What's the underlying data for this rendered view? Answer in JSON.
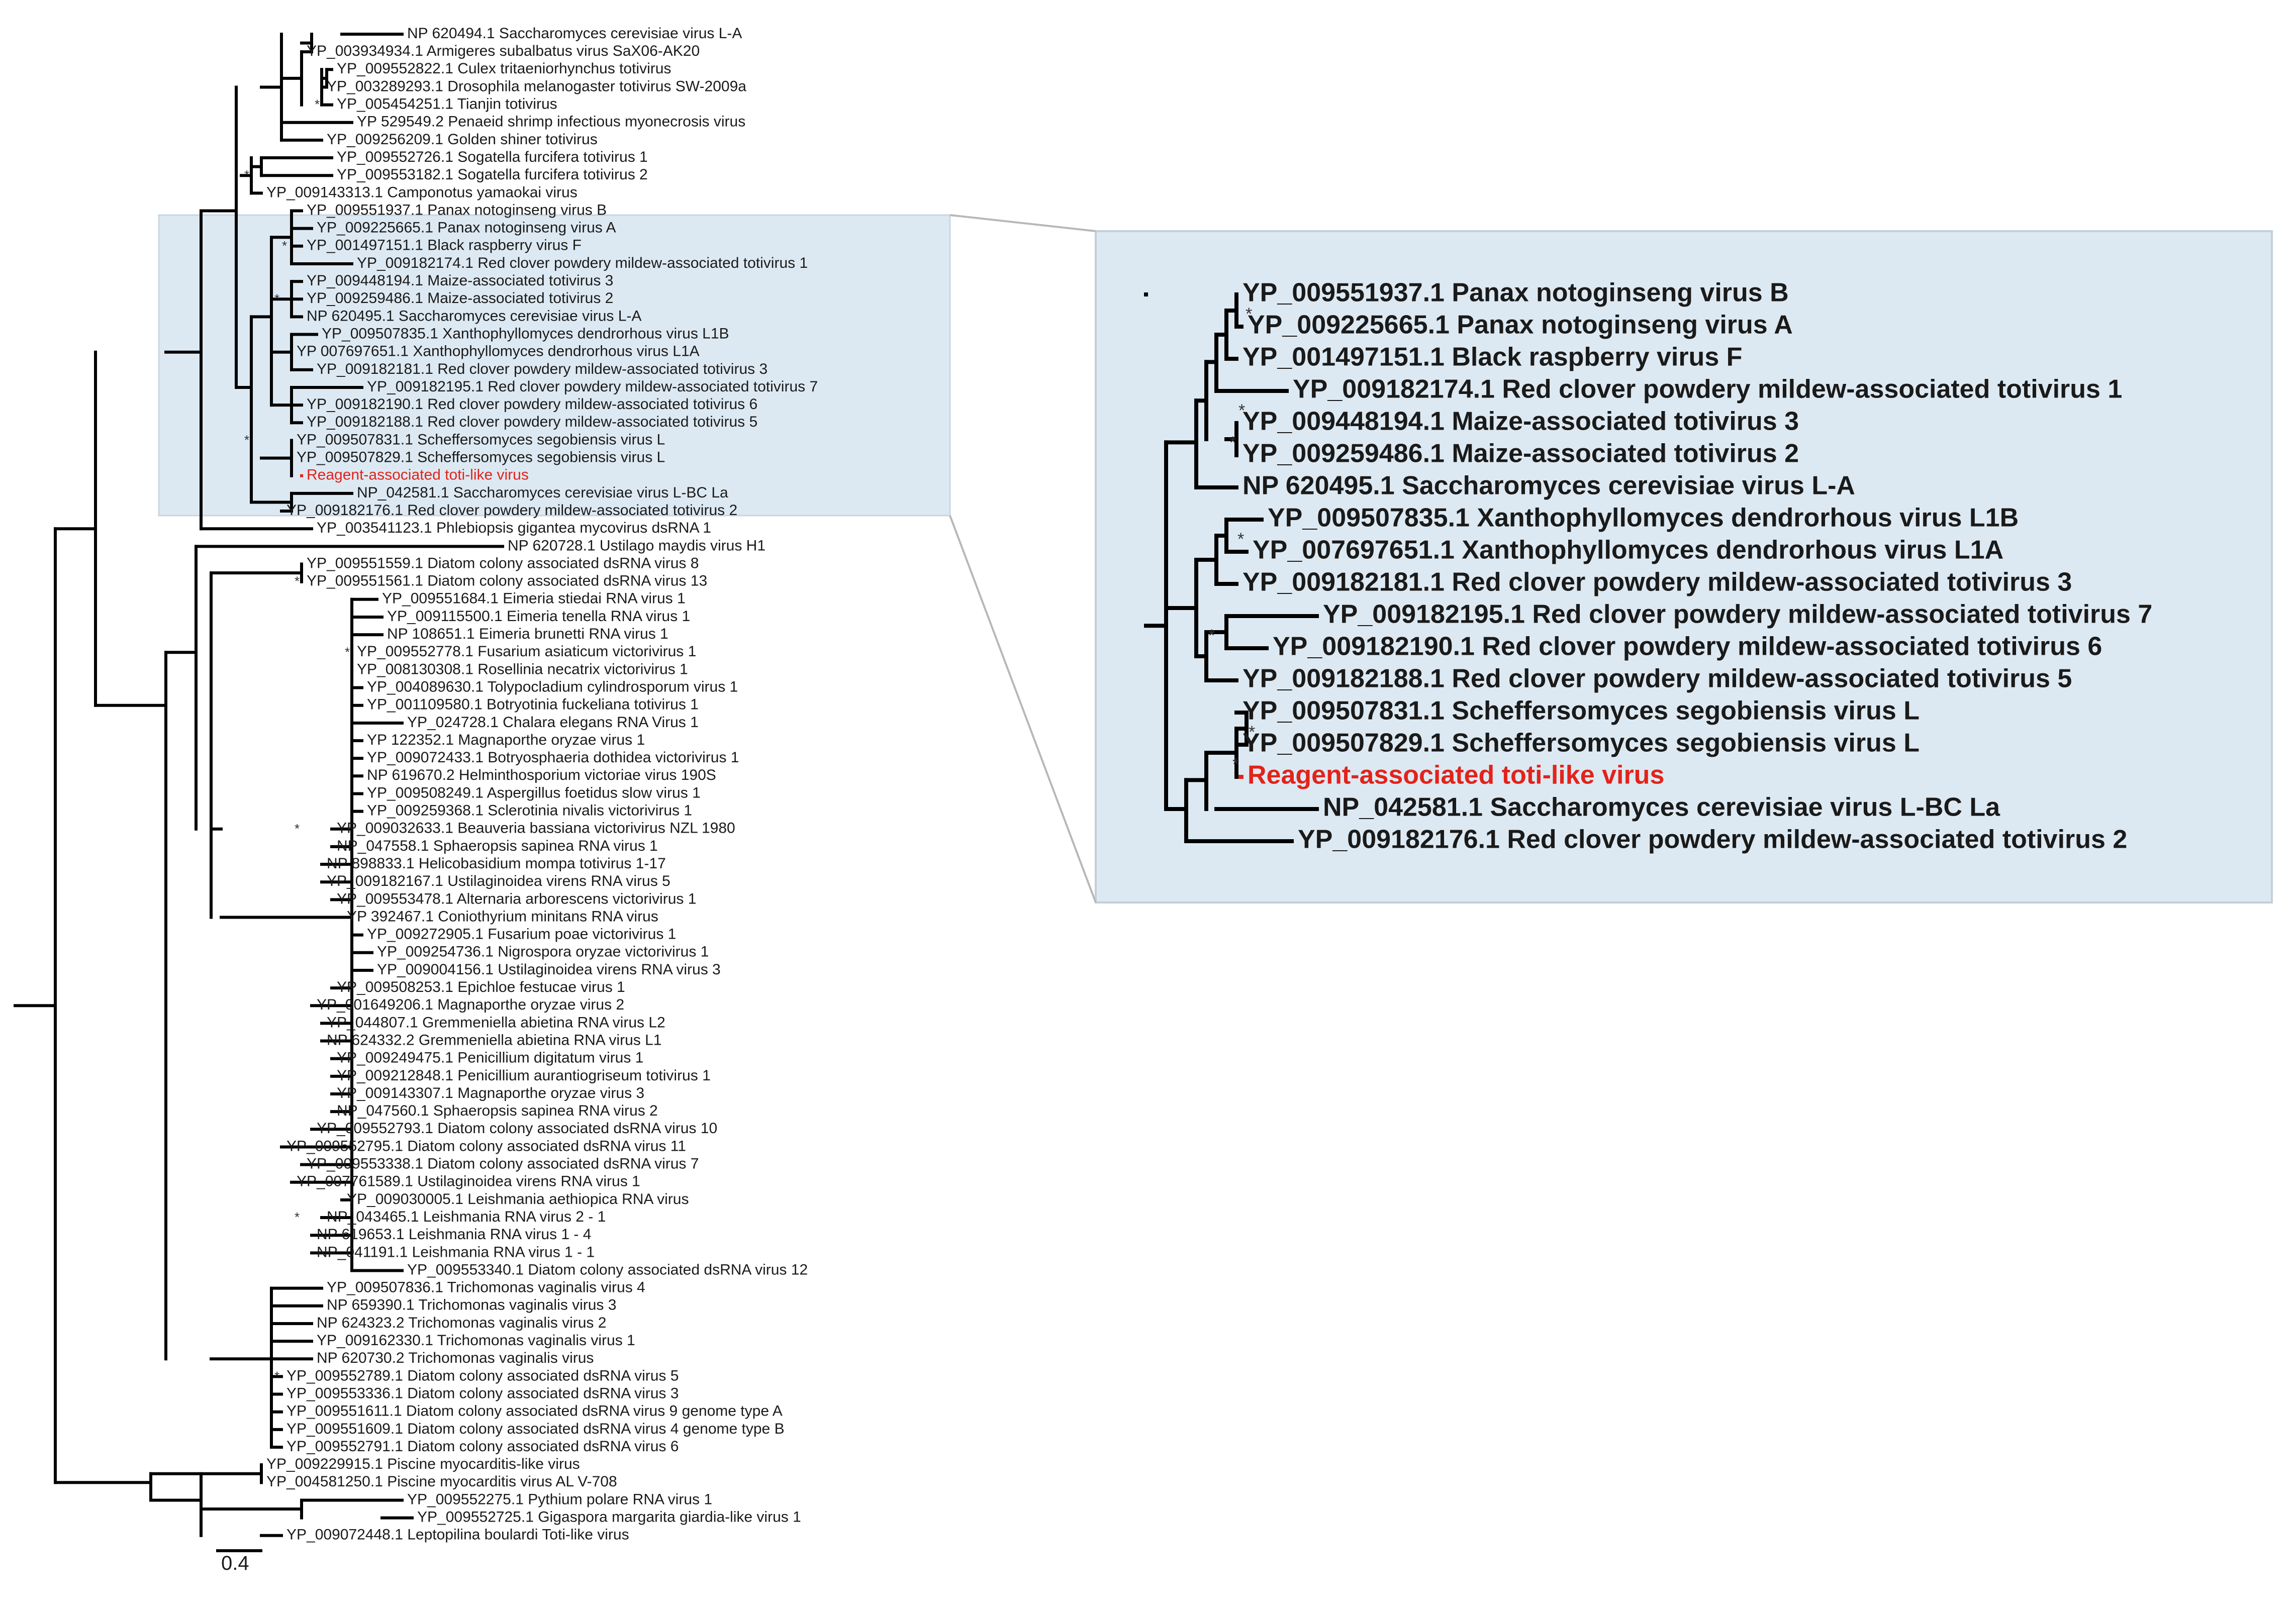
{
  "figure": {
    "scale_bar_label": "0.4",
    "highlight_color": "#e2231a",
    "inset_background": "#dde9f2",
    "support_marker": "*"
  },
  "main_tree": [
    "NP 620494.1 Saccharomyces cerevisiae virus L-A",
    "YP_003934934.1 Armigeres subalbatus virus SaX06-AK20",
    "YP_009552822.1 Culex tritaeniorhynchus totivirus",
    "YP_003289293.1 Drosophila melanogaster totivirus SW-2009a",
    "YP_005454251.1 Tianjin totivirus",
    "YP 529549.2 Penaeid shrimp infectious myonecrosis virus",
    "YP_009256209.1 Golden shiner totivirus",
    "YP_009552726.1 Sogatella furcifera totivirus 1",
    "YP_009553182.1 Sogatella furcifera totivirus 2",
    "YP_009143313.1 Camponotus yamaokai virus",
    "YP_009551937.1 Panax notoginseng virus B",
    "YP_009225665.1 Panax notoginseng virus A",
    "YP_001497151.1 Black raspberry virus F",
    "YP_009182174.1 Red clover powdery mildew-associated totivirus 1",
    "YP_009448194.1 Maize-associated totivirus 3",
    "YP_009259486.1 Maize-associated totivirus 2",
    "NP 620495.1 Saccharomyces cerevisiae virus L-A",
    "YP_009507835.1 Xanthophyllomyces dendrorhous virus L1B",
    "YP 007697651.1 Xanthophyllomyces dendrorhous virus L1A",
    "YP_009182181.1 Red clover powdery mildew-associated totivirus 3",
    "YP_009182195.1 Red clover powdery mildew-associated totivirus 7",
    "YP_009182190.1 Red clover powdery mildew-associated totivirus 6",
    "YP_009182188.1 Red clover powdery mildew-associated totivirus 5",
    "YP_009507831.1 Scheffersomyces segobiensis virus L",
    "YP_009507829.1 Scheffersomyces segobiensis virus L",
    "Reagent-associated toti-like virus",
    "NP_042581.1 Saccharomyces cerevisiae virus L-BC La",
    "YP_009182176.1 Red clover powdery mildew-associated totivirus 2",
    "YP_003541123.1 Phlebiopsis gigantea mycovirus dsRNA 1",
    "NP 620728.1 Ustilago maydis virus H1",
    "YP_009551559.1 Diatom colony associated dsRNA virus 8",
    "YP_009551561.1 Diatom colony associated dsRNA virus 13",
    "YP_009551684.1 Eimeria stiedai RNA virus 1",
    "YP_009115500.1 Eimeria tenella RNA virus 1",
    "NP 108651.1 Eimeria brunetti RNA virus 1",
    "YP_009552778.1 Fusarium asiaticum victorivirus 1",
    "YP_008130308.1 Rosellinia necatrix victorivirus 1",
    "YP_004089630.1 Tolypocladium cylindrosporum virus 1",
    "YP_001109580.1 Botryotinia fuckeliana totivirus 1",
    "YP_024728.1 Chalara elegans RNA Virus 1",
    "YP 122352.1 Magnaporthe oryzae virus 1",
    "YP_009072433.1 Botryosphaeria dothidea victorivirus 1",
    "NP 619670.2 Helminthosporium victoriae virus 190S",
    "YP_009508249.1 Aspergillus foetidus slow virus 1",
    "YP_009259368.1 Sclerotinia nivalis victorivirus 1",
    "YP_009032633.1 Beauveria bassiana victorivirus NZL 1980",
    "NP_047558.1 Sphaeropsis sapinea RNA virus 1",
    "NP 898833.1 Helicobasidium mompa totivirus 1-17",
    "YP_009182167.1 Ustilaginoidea virens RNA virus 5",
    "YP_009553478.1 Alternaria arborescens victorivirus 1",
    "YP 392467.1 Coniothyrium minitans RNA virus",
    "YP_009272905.1 Fusarium poae victorivirus 1",
    "YP_009254736.1 Nigrospora oryzae victorivirus 1",
    "YP_009004156.1 Ustilaginoidea virens RNA virus 3",
    "YP_009508253.1 Epichloe festucae virus 1",
    "YP_001649206.1 Magnaporthe oryzae virus 2",
    "YP_044807.1 Gremmeniella abietina RNA virus L2",
    "NP 624332.2 Gremmeniella abietina RNA virus L1",
    "YP_009249475.1 Penicillium digitatum virus 1",
    "YP_009212848.1 Penicillium aurantiogriseum totivirus 1",
    "YP_009143307.1 Magnaporthe oryzae virus 3",
    "NP_047560.1 Sphaeropsis sapinea RNA virus 2",
    "YP_009552793.1 Diatom colony associated dsRNA virus 10",
    "YP_009552795.1 Diatom colony associated dsRNA virus 11",
    "YP_009553338.1 Diatom colony associated dsRNA virus 7",
    "YP_007761589.1 Ustilaginoidea virens RNA virus 1",
    "YP_009030005.1 Leishmania aethiopica RNA virus",
    "NP_043465.1 Leishmania RNA virus 2 - 1",
    "NP 619653.1 Leishmania RNA virus 1 - 4",
    "NP_041191.1 Leishmania RNA virus 1 - 1",
    "YP_009553340.1 Diatom colony associated dsRNA virus 12",
    "YP_009507836.1 Trichomonas vaginalis virus 4",
    "NP 659390.1 Trichomonas vaginalis virus 3",
    "NP 624323.2 Trichomonas vaginalis virus 2",
    "YP_009162330.1 Trichomonas vaginalis virus 1",
    "NP 620730.2 Trichomonas vaginalis virus",
    "YP_009552789.1 Diatom colony associated dsRNA virus 5",
    "YP_009553336.1 Diatom colony associated dsRNA virus 3",
    "YP_009551611.1 Diatom colony associated dsRNA virus 9 genome type A",
    "YP_009551609.1 Diatom colony associated dsRNA virus 4 genome type B",
    "YP_009552791.1 Diatom colony associated dsRNA virus 6",
    "YP_009229915.1 Piscine myocarditis-like virus",
    "YP_004581250.1 Piscine myocarditis virus AL V-708",
    "YP_009552275.1 Pythium polare RNA virus 1",
    "YP_009552725.1 Gigaspora margarita giardia-like virus 1",
    "YP_009072448.1 Leptopilina boulardi Toti-like virus"
  ],
  "inset_tree": [
    "YP_009551937.1 Panax notoginseng virus B",
    "YP_009225665.1 Panax notoginseng virus A",
    "YP_001497151.1 Black raspberry virus F",
    "YP_009182174.1 Red clover powdery mildew-associated totivirus 1",
    "YP_009448194.1 Maize-associated totivirus 3",
    "YP_009259486.1 Maize-associated totivirus 2",
    "NP 620495.1 Saccharomyces cerevisiae virus L-A",
    "YP_009507835.1 Xanthophyllomyces dendrorhous virus L1B",
    "YP_007697651.1 Xanthophyllomyces dendrorhous virus L1A",
    "YP_009182181.1 Red clover powdery mildew-associated totivirus 3",
    "YP_009182195.1 Red clover powdery mildew-associated totivirus 7",
    "YP_009182190.1 Red clover powdery mildew-associated totivirus 6",
    "YP_009182188.1 Red clover powdery mildew-associated totivirus 5",
    "YP_009507831.1 Scheffersomyces segobiensis virus L",
    "YP_009507829.1 Scheffersomyces segobiensis virus L",
    "Reagent-associated toti-like virus",
    "NP_042581.1 Saccharomyces cerevisiae virus L-BC  La",
    "YP_009182176.1 Red clover powdery mildew-associated totivirus 2"
  ],
  "highlighted_leaf": "Reagent-associated toti-like virus"
}
